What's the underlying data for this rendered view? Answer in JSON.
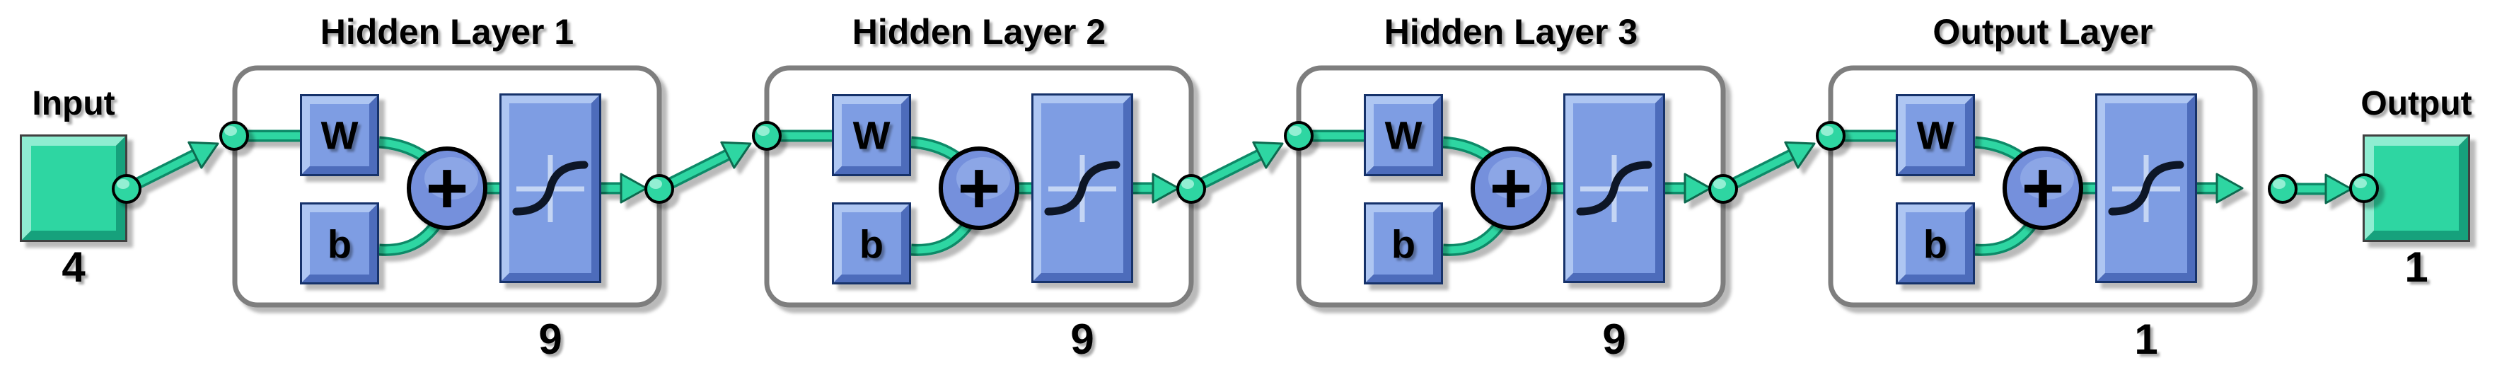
{
  "diagram": {
    "kind": "neural-network-architecture",
    "input": {
      "label": "Input",
      "size": "4"
    },
    "output": {
      "label": "Output",
      "size": "1"
    },
    "layers": [
      {
        "title": "Hidden Layer 1",
        "size": "9"
      },
      {
        "title": "Hidden Layer 2",
        "size": "9"
      },
      {
        "title": "Hidden Layer 3",
        "size": "9"
      },
      {
        "title": "Output Layer",
        "size": "1"
      }
    ],
    "block_labels": {
      "weights": "W",
      "bias": "b",
      "sum": "+"
    },
    "icons": {
      "transfer_function": "sigmoid-curve-icon",
      "connection_node": "green-node-icon",
      "connection_arrow": "arrowhead-icon"
    },
    "colors": {
      "signal_green": "#2FD6A2",
      "signal_green_light": "#8FEDD1",
      "signal_green_dark": "#12A17B",
      "line_green_edge": "#0C8A67",
      "block_blue": "#7E9DE3",
      "block_blue_light": "#AEC6F2",
      "block_blue_dark": "#4E6CBB",
      "block_blue_border": "#17306B",
      "layer_box_border": "#7E7E7E",
      "io_square_border": "#3F3F3F",
      "background": "#FFFFFF"
    }
  }
}
